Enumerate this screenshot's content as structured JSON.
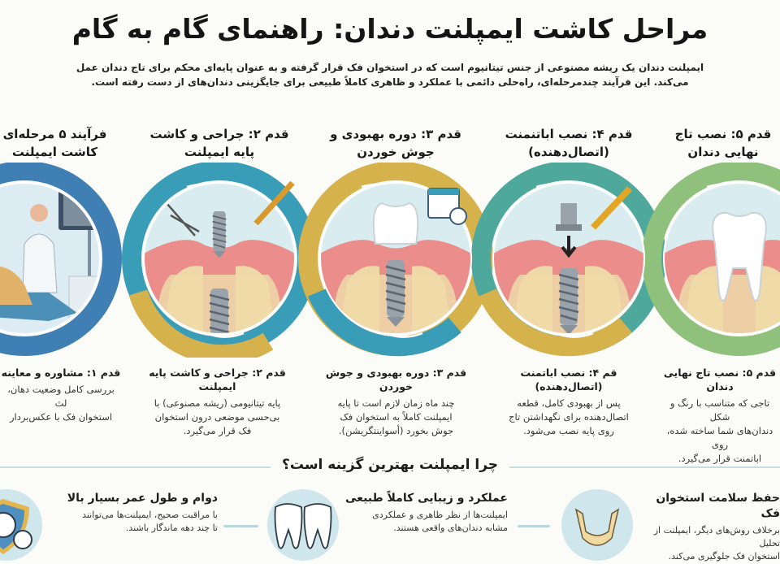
{
  "header": {
    "title": "مراحل کاشت ایمپلنت دندان: راهنمای گام به گام",
    "intro_line1": "ایمپلنت دندان یک ریشه مصنوعی از جنس تیتانیوم است که در استخوان فک قرار گرفته و به عنوان پایه‌ای محکم برای تاج دندان عمل",
    "intro_line2": "می‌کند. این فرآیند چندمرحله‌ای، راه‌حلی دائمی با عملکرد و ظاهری کاملاً طبیعی برای جایگزینی دندان‌های از دست رفته است."
  },
  "steps": [
    {
      "heading": [
        "فرآیند ۵ مرحله‌ای",
        "کاشت ایمپلنت"
      ],
      "caption_title": "قدم ۱: مشاوره و معاینه",
      "caption_body": [
        "بررسی کامل وضعیت دهان، لث",
        "استخوان فک با عکس‌بردار"
      ],
      "ring_color": "#3f7fb3"
    },
    {
      "heading": [
        "قدم ۲: جراحی و کاشت",
        "پایه ایمپلنت"
      ],
      "caption_title": "قدم ۲: جراحی و کاشت پایه ایمپلنت",
      "caption_body": [
        "پایه تیتانیومی (ریشه مصنوعی) با",
        "بی‌حسی موضعی درون استخوان",
        "فک قرار می‌گیرد."
      ],
      "ring_color": "#3a9db8"
    },
    {
      "heading": [
        "قدم ۳: دوره بهبودی و",
        "جوش خوردن"
      ],
      "caption_title": "قدم ۳: دوره بهبودی و جوش خوردن",
      "caption_body": [
        "چند ماه زمان لازم است تا پایه",
        "ایمپلنت کاملاً به استخوان فک",
        "جوش بخورد (أسواینتگریشن)."
      ],
      "ring_color": "#d6b24c"
    },
    {
      "heading": [
        "قدم ۴: نصب اباتنمنت",
        "(اتصال‌دهنده)"
      ],
      "caption_title": "قم ۴: نصب اباتمنت (اتصال‌دهنده)",
      "caption_body": [
        "پس از بهبودی کامل، قطعه",
        "اتصال‌دهنده برای نگهداشتن تاج",
        "روی پایه نصب می‌شود."
      ],
      "ring_color": "#4ea99c"
    },
    {
      "heading": [
        "قدم ۵: نصب تاج",
        "نهایی دندان"
      ],
      "caption_title": "قدم ۵: نصب تاج نهایی دندان",
      "caption_body": [
        "تاجی که متناسب با رنگ و شکل",
        "دندان‌های شما ساخته شده، روی",
        "اباتمنت قرار می‌گیرد."
      ],
      "ring_color": "#8fc07c"
    }
  ],
  "why": {
    "title": "چرا ایمپلنت بهترین گزینه است؟",
    "benefits": [
      {
        "title": "حفظ سلامت استخوان فک",
        "body": [
          "برخلاف روش‌های دیگر، ایمپلنت از تحلیل",
          "استخوان فک جلوگیری می‌کند."
        ],
        "icon": "jaw-icon"
      },
      {
        "title": "عملکرد و زیبایی کاملاً طبیعی",
        "body": [
          "ایمپلنت‌ها از نظر ظاهری و عملکردی",
          "مشابه دندان‌های واقعی هستند."
        ],
        "icon": "teeth-icon"
      },
      {
        "title": "دوام و طول عمر بسیار بالا",
        "body": [
          "با مراقبت صحیح، ایمپلنت‌ها می‌توانند",
          "تا چند دهه ماندگار باشند."
        ],
        "icon": "shield-clock-icon"
      }
    ]
  }
}
